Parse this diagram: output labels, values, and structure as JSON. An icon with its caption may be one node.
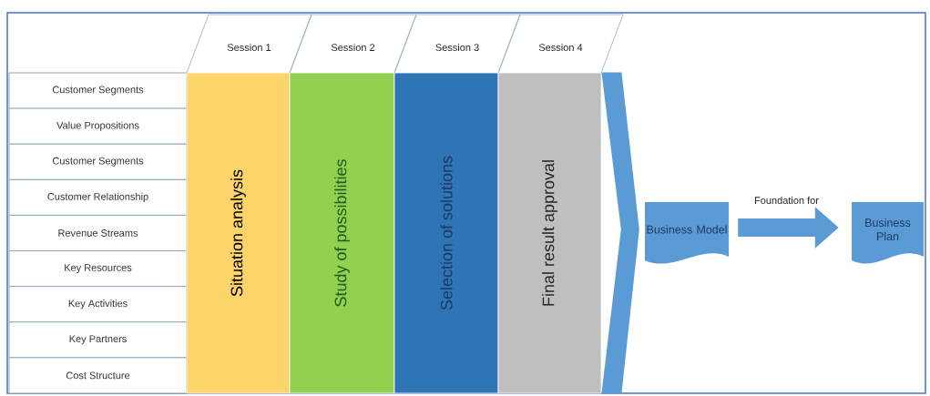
{
  "diagram": {
    "nodes": [
      {
        "text": [
          "Customer Segments"
        ]
      },
      {
        "text": [
          "Value Propositions"
        ]
      },
      {
        "text": [
          "Customer Segments"
        ]
      },
      {
        "text": [
          "Customer Relationship"
        ]
      },
      {
        "text": [
          "Revenue Streams"
        ]
      },
      {
        "text": [
          "Key Resources"
        ]
      },
      {
        "text": [
          "Key Activities"
        ]
      },
      {
        "text": [
          "Key Partners"
        ]
      },
      {
        "text": [
          "Cost Structure"
        ]
      },
      {
        "text": [
          "Session 1"
        ]
      },
      {
        "text": [
          "Session 2"
        ]
      },
      {
        "text": [
          "Session 3"
        ]
      },
      {
        "text": [
          "Session 4"
        ]
      },
      {
        "text": [
          "Situation analysis"
        ]
      },
      {
        "text": [
          "Study of possibilities"
        ]
      },
      {
        "text": [
          "Selection of solutions"
        ]
      },
      {
        "text": [
          "Final result approval"
        ]
      },
      {
        "text": [
          "Business Model"
        ]
      },
      {
        "text": [
          "Business Plan"
        ]
      }
    ],
    "edges": [
      {
        "from": 16,
        "to": 17,
        "arrow": "to"
      },
      {
        "from": 17,
        "to": 18,
        "arrow": "to",
        "label": "Foundation for"
      }
    ]
  }
}
